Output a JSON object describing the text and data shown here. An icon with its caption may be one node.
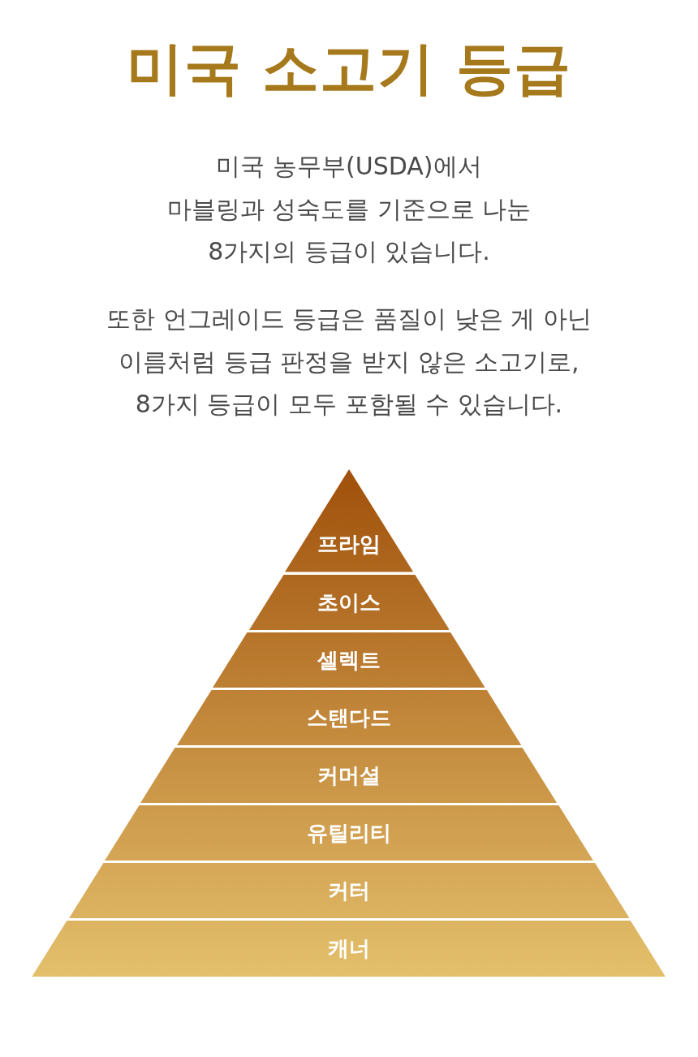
{
  "diagram": {
    "title": "미국 소고기 등급",
    "nodes": [
      {
        "text": [
          "프라임"
        ]
      },
      {
        "text": [
          "초이스"
        ]
      },
      {
        "text": [
          "셀렉트"
        ]
      },
      {
        "text": [
          "스탠다드"
        ]
      },
      {
        "text": [
          "커머셜"
        ]
      },
      {
        "text": [
          "유틸리티"
        ]
      },
      {
        "text": [
          "커터"
        ]
      },
      {
        "text": [
          "캐너"
        ]
      }
    ],
    "labels": [
      "미국 농무부(USDA)에서 마블링과 성숙도를 기준으로 나눈 8가지의 등급이 있습니다.",
      "또한 언그레이드 등급은 품질이 낮은 게 아닌 이름처럼 등급 판정을 받지 않은 소고기로, 8가지 등급이 모두 포함될 수 있습니다."
    ]
  }
}
